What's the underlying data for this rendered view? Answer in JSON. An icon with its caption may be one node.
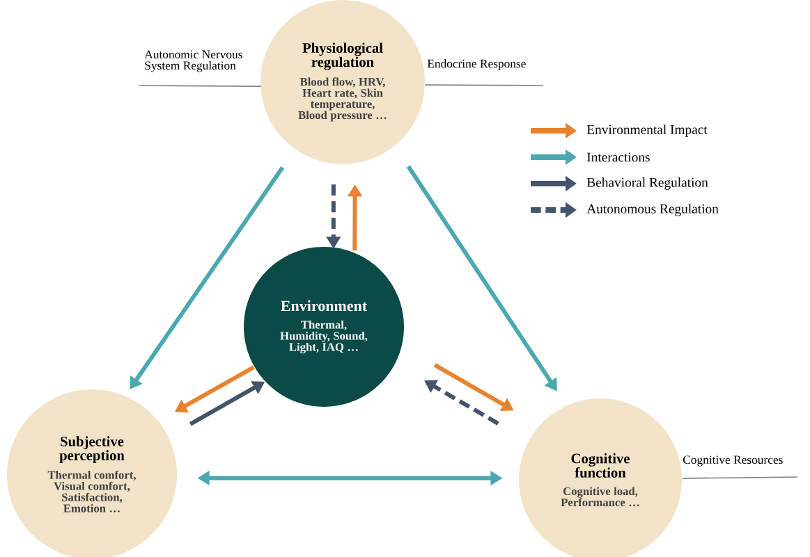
{
  "diagram": {
    "nodes": [
      {
        "text": [
          "Physiological regulation",
          "Blood flow, HRV, Heart rate, Skin temperature, Blood pressure …"
        ],
        "beside": [
          "Autonomic Nervous System Regulation",
          "Endocrine Response"
        ]
      },
      {
        "text": [
          "Environment",
          "Thermal, Humidity, Sound, Light, IAQ …"
        ]
      },
      {
        "text": [
          "Subjective perception",
          "Thermal comfort, Visual comfort, Satisfaction, Emotion …"
        ]
      },
      {
        "text": [
          "Cognitive function",
          "Cognitive load, Performance …"
        ],
        "beside": [
          "Cognitive Resources"
        ]
      }
    ],
    "edges": [
      {
        "from": 0,
        "to": 2,
        "arrow": "to",
        "color": "#4aa8b0"
      },
      {
        "from": 0,
        "to": 3,
        "arrow": "to",
        "color": "#4aa8b0"
      },
      {
        "from": 2,
        "to": 3,
        "arrow": "both",
        "color": "#4aa8b0"
      },
      {
        "from": 0,
        "to": 1,
        "arrow": "to",
        "style": "dashed",
        "color": "#44546a"
      },
      {
        "from": 1,
        "to": 0,
        "arrow": "to",
        "color": "#e8822e"
      },
      {
        "from": 1,
        "to": 2,
        "arrow": "to",
        "color": "#e8822e"
      },
      {
        "from": 2,
        "to": 1,
        "arrow": "to",
        "color": "#44546a"
      },
      {
        "from": 1,
        "to": 3,
        "arrow": "to",
        "color": "#e8822e"
      },
      {
        "from": 3,
        "to": 1,
        "arrow": "to",
        "style": "dashed",
        "color": "#44546a"
      },
      {
        "from": 0,
        "to": null,
        "arrow": "none",
        "color": "#808080"
      },
      {
        "from": 0,
        "to": null,
        "arrow": "none",
        "color": "#808080"
      },
      {
        "from": 3,
        "to": null,
        "arrow": "none",
        "color": "#808080"
      }
    ],
    "legend": [
      {
        "text": "Environmental Impact"
      },
      {
        "text": "Interactions"
      },
      {
        "text": "Behavioral Regulation"
      },
      {
        "text": "Autonomous Regulation"
      }
    ]
  }
}
